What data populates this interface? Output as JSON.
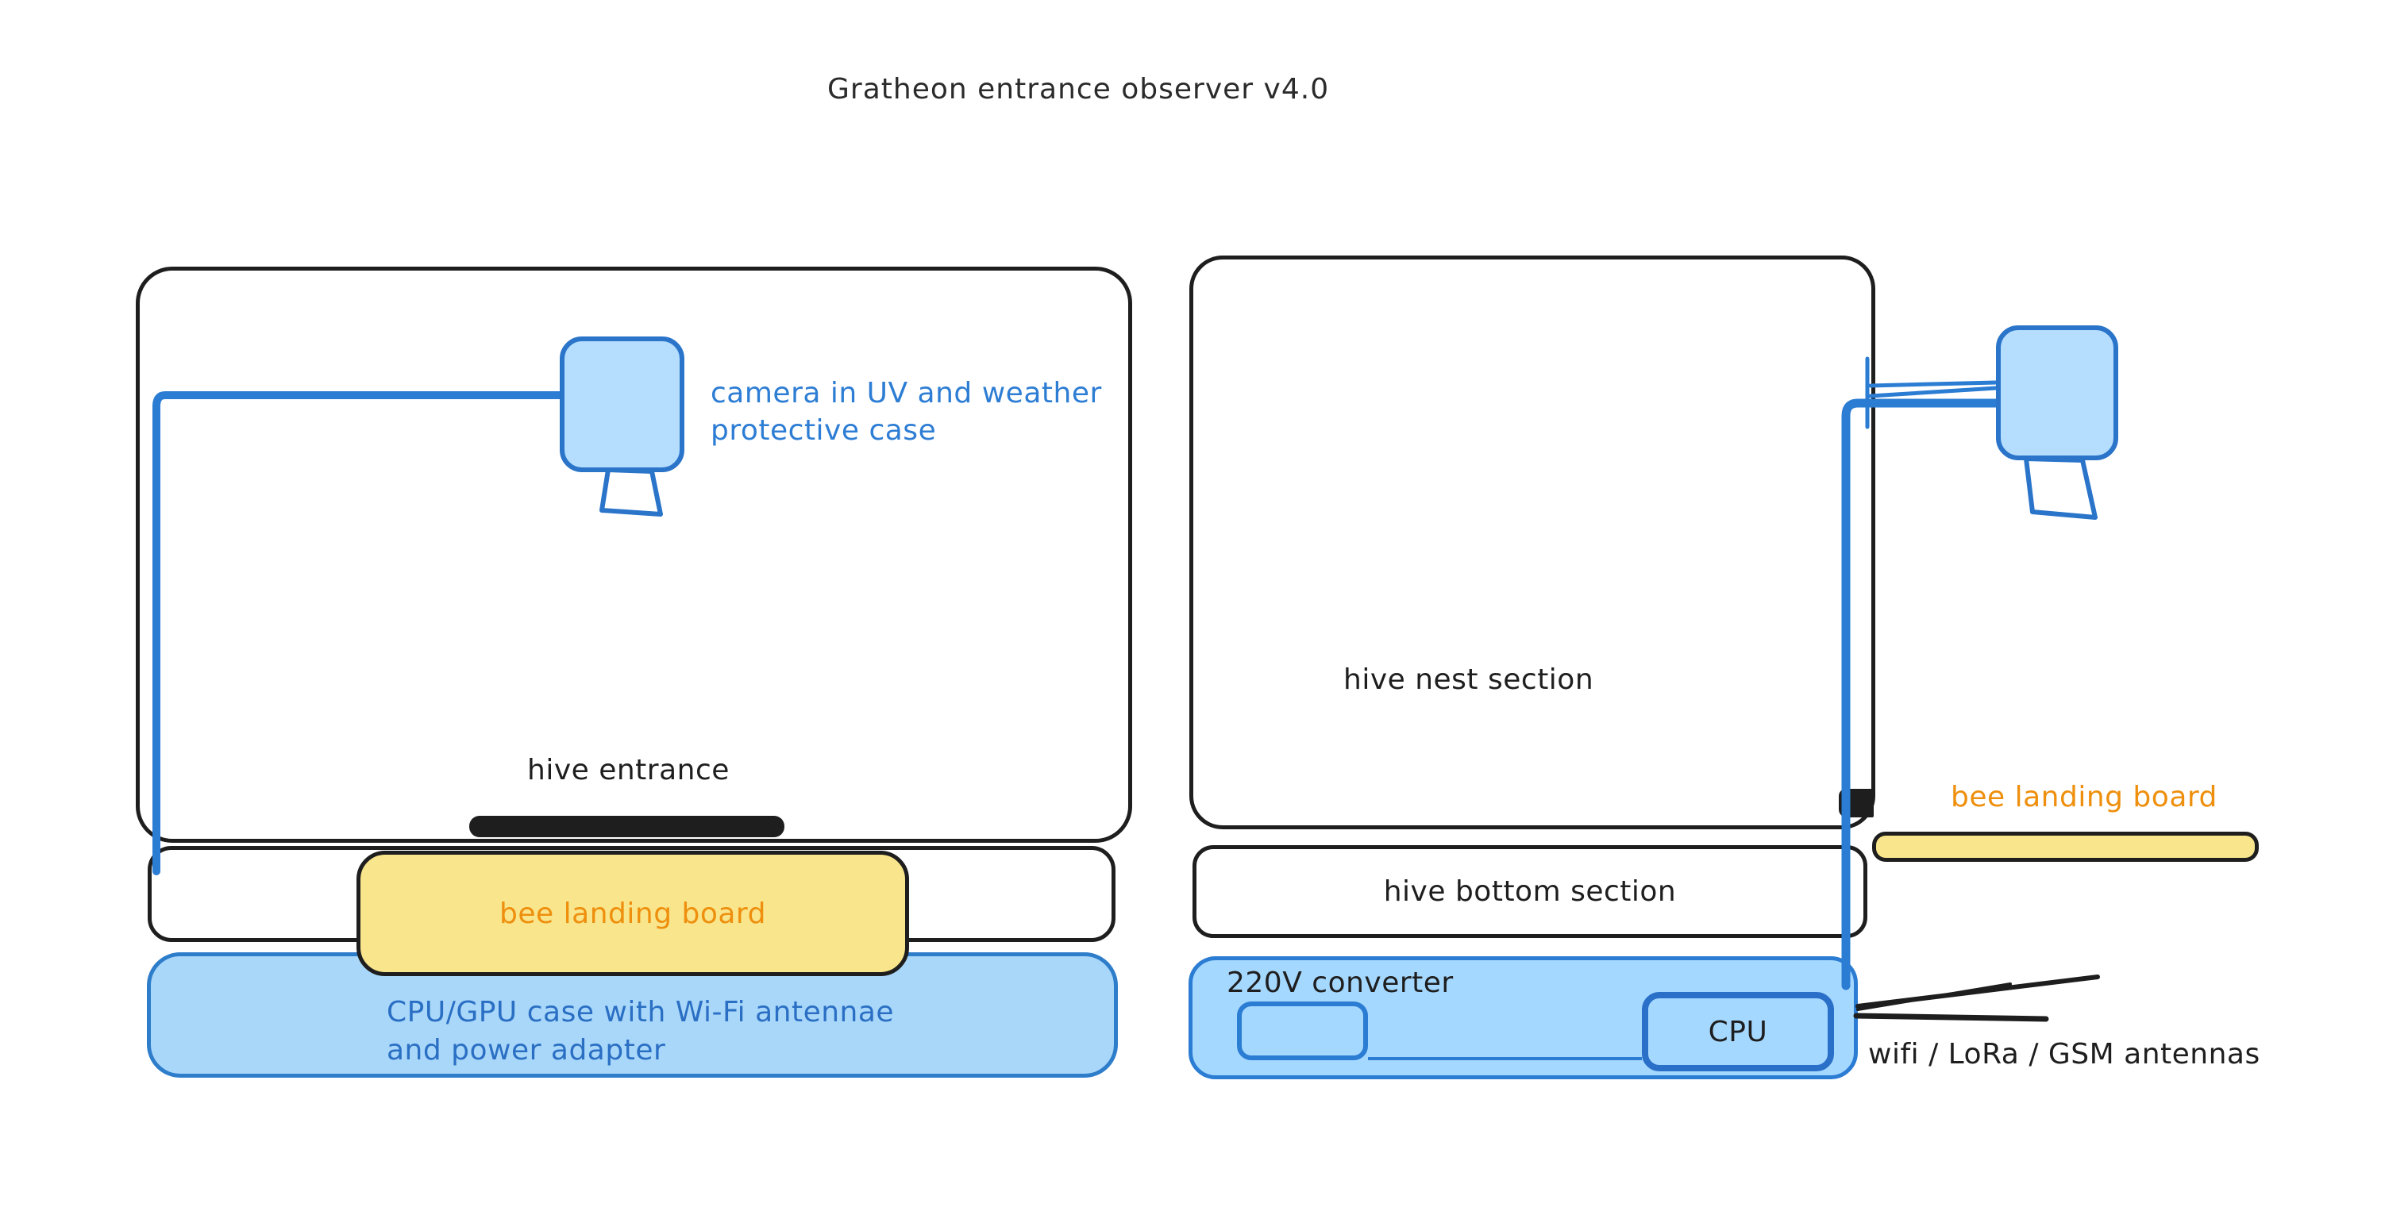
{
  "title": "Gratheon entrance observer v4.0",
  "colors": {
    "ink": "#1e1e1e",
    "blue_stroke": "#2b7cd3",
    "blue_fill": "#a5d8ff",
    "blue_fill_light": "#b5ddfe",
    "yellow_fill": "#f9e58c",
    "orange_text": "#ee8f0d",
    "blue_text": "#2a6fc4",
    "background": "#ffffff"
  },
  "left_hive": {
    "camera_label_lines": [
      "camera in UV and weather",
      "protective case"
    ],
    "entrance_label": "hive entrance",
    "landing_board_label": "bee landing board",
    "cpu_case_label_lines": [
      "CPU/GPU case with Wi-Fi antennae",
      "and power adapter"
    ]
  },
  "right_hive": {
    "nest_label": "hive nest section",
    "bottom_label": "hive bottom section",
    "converter_label": "220V converter",
    "cpu_label": "CPU",
    "landing_board_label": "bee landing board",
    "antennas_label": "wifi / LoRa / GSM antennas"
  }
}
